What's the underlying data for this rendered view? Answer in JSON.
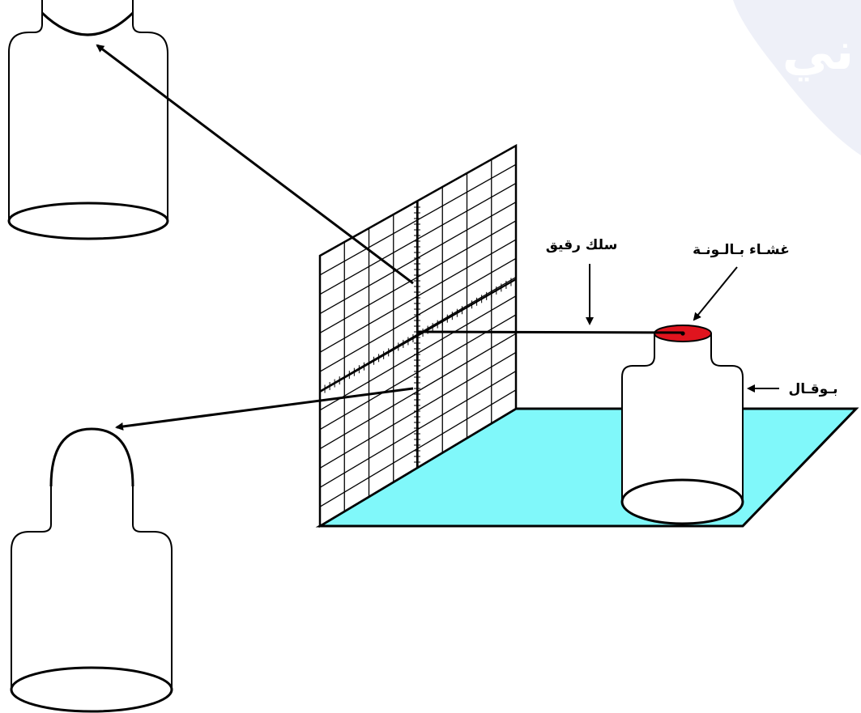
{
  "labels": {
    "wire": "سلك رقيق",
    "balloon_membrane": "غشـاء بـالـونـة",
    "jar": "بـوقـال"
  },
  "watermark": {
    "text": "ني"
  },
  "colors": {
    "board_fill": "#80F8FA",
    "membrane_fill": "#E0141E",
    "stroke": "#000000",
    "watermark_bg": "#EEF0F8",
    "watermark_text": "#FFFFFF"
  }
}
